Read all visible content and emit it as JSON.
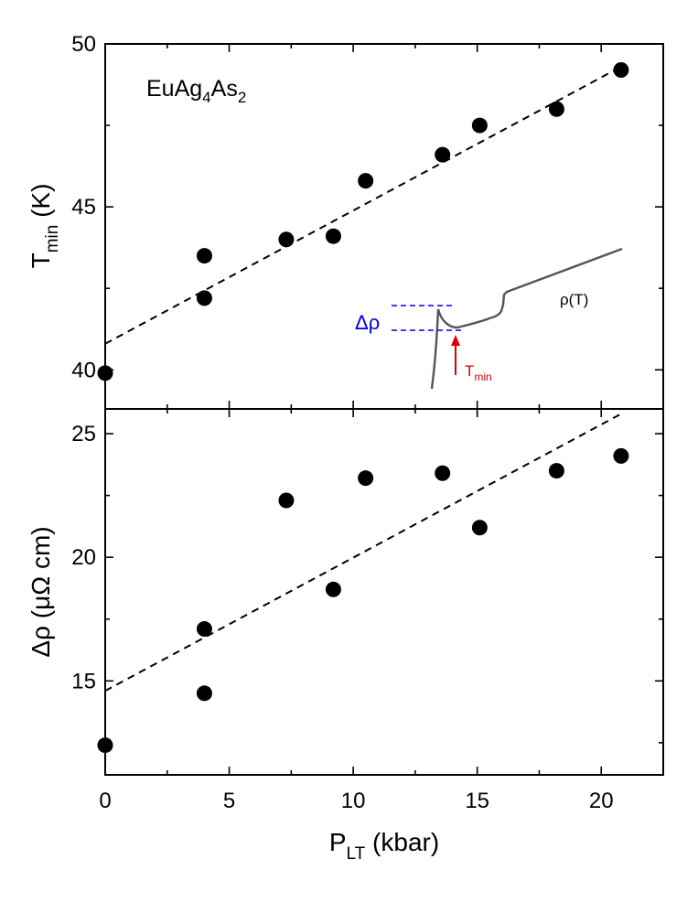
{
  "chart_data": [
    {
      "type": "scatter",
      "panel": "top",
      "annotation": {
        "formula": "EuAg",
        "sub1": "4",
        "mid": "As",
        "sub2": "2"
      },
      "ylabel": {
        "main": "T",
        "sub": "min",
        "rest": " (K)"
      },
      "xlim": [
        0,
        22.5
      ],
      "ylim": [
        38.8,
        50
      ],
      "yticks": [
        "40",
        "45",
        "50"
      ],
      "series": [
        {
          "x": [
            0,
            4.0,
            4.0,
            7.3,
            9.2,
            10.5,
            13.6,
            15.1,
            18.2,
            20.8
          ],
          "y": [
            39.9,
            43.5,
            42.2,
            44.0,
            44.1,
            45.8,
            46.6,
            47.5,
            48.0,
            49.2
          ]
        }
      ],
      "fit_line": {
        "x": [
          0,
          20.8
        ],
        "y": [
          40.8,
          49.3
        ]
      },
      "inset": {
        "curve_label": "ρ(T)",
        "delta_label": "Δρ",
        "tmin_label": {
          "main": "T",
          "sub": "min"
        },
        "colors": {
          "curve": "#555555",
          "delta": "#0000e0",
          "tmin": "#e00000"
        }
      }
    },
    {
      "type": "scatter",
      "panel": "bottom",
      "ylabel": {
        "main": "Δρ (μΩ cm)"
      },
      "xlabel": {
        "main": "P",
        "sub": "LT",
        "rest": " (kbar)"
      },
      "xlim": [
        0,
        22.5
      ],
      "ylim": [
        11.2,
        26
      ],
      "xticks": [
        "0",
        "5",
        "10",
        "15",
        "20"
      ],
      "yticks": [
        "15",
        "20",
        "25"
      ],
      "series": [
        {
          "x": [
            0,
            4.0,
            4.0,
            7.3,
            9.2,
            10.5,
            13.6,
            15.1,
            18.2,
            20.8
          ],
          "y": [
            12.4,
            17.1,
            14.5,
            22.3,
            18.7,
            23.2,
            23.4,
            21.2,
            23.5,
            24.1
          ]
        }
      ],
      "fit_line": {
        "x": [
          0,
          20.8
        ],
        "y": [
          14.6,
          25.8
        ]
      }
    }
  ]
}
